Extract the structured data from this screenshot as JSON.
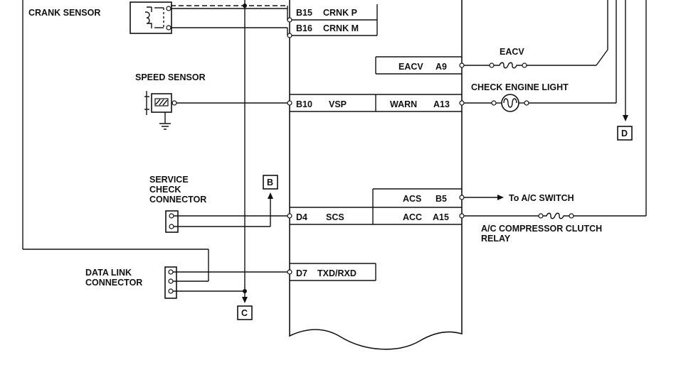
{
  "components": {
    "crank_sensor": "CRANK SENSOR",
    "speed_sensor": "SPEED SENSOR",
    "service_check_connector": [
      "SERVICE",
      "CHECK",
      "CONNECTOR"
    ],
    "data_link_connector": [
      "DATA LINK",
      "CONNECTOR"
    ],
    "eacv": "EACV",
    "check_engine_light": "CHECK ENGINE LIGHT",
    "ac_switch": "To A/C SWITCH",
    "ac_compressor_clutch_relay": [
      "A/C COMPRESSOR CLUTCH",
      "RELAY"
    ]
  },
  "ecm_pins_left": [
    {
      "pin": "B15",
      "name": "CRNK P"
    },
    {
      "pin": "B16",
      "name": "CRNK M"
    },
    {
      "pin": "B10",
      "name": "VSP"
    },
    {
      "pin": "D4",
      "name": "SCS"
    },
    {
      "pin": "D7",
      "name": "TXD/RXD"
    }
  ],
  "ecm_pins_right": [
    {
      "name": "EACV",
      "pin": "A9"
    },
    {
      "name": "WARN",
      "pin": "A13"
    },
    {
      "name": "ACS",
      "pin": "B5"
    },
    {
      "name": "ACC",
      "pin": "A15"
    }
  ],
  "connector_refs": {
    "b": "B",
    "c": "C",
    "d": "D"
  }
}
